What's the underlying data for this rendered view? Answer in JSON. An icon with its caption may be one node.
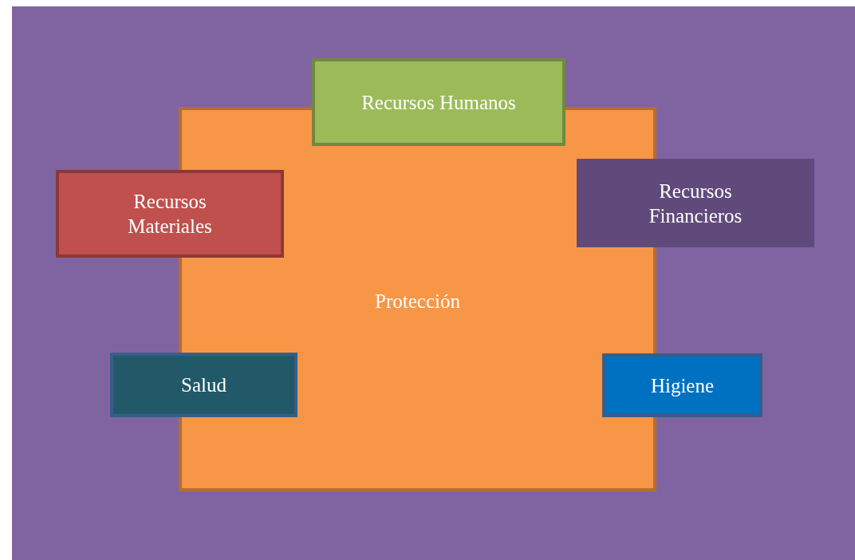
{
  "diagram": {
    "nodes": [
      {
        "text": [
          "Protección"
        ]
      },
      {
        "text": [
          "Recursos Humanos"
        ]
      },
      {
        "text": [
          "Recursos Materiales"
        ]
      },
      {
        "text": [
          "Recursos Financieros"
        ]
      },
      {
        "text": [
          "Salud"
        ]
      },
      {
        "text": [
          "Higiene"
        ]
      }
    ]
  }
}
